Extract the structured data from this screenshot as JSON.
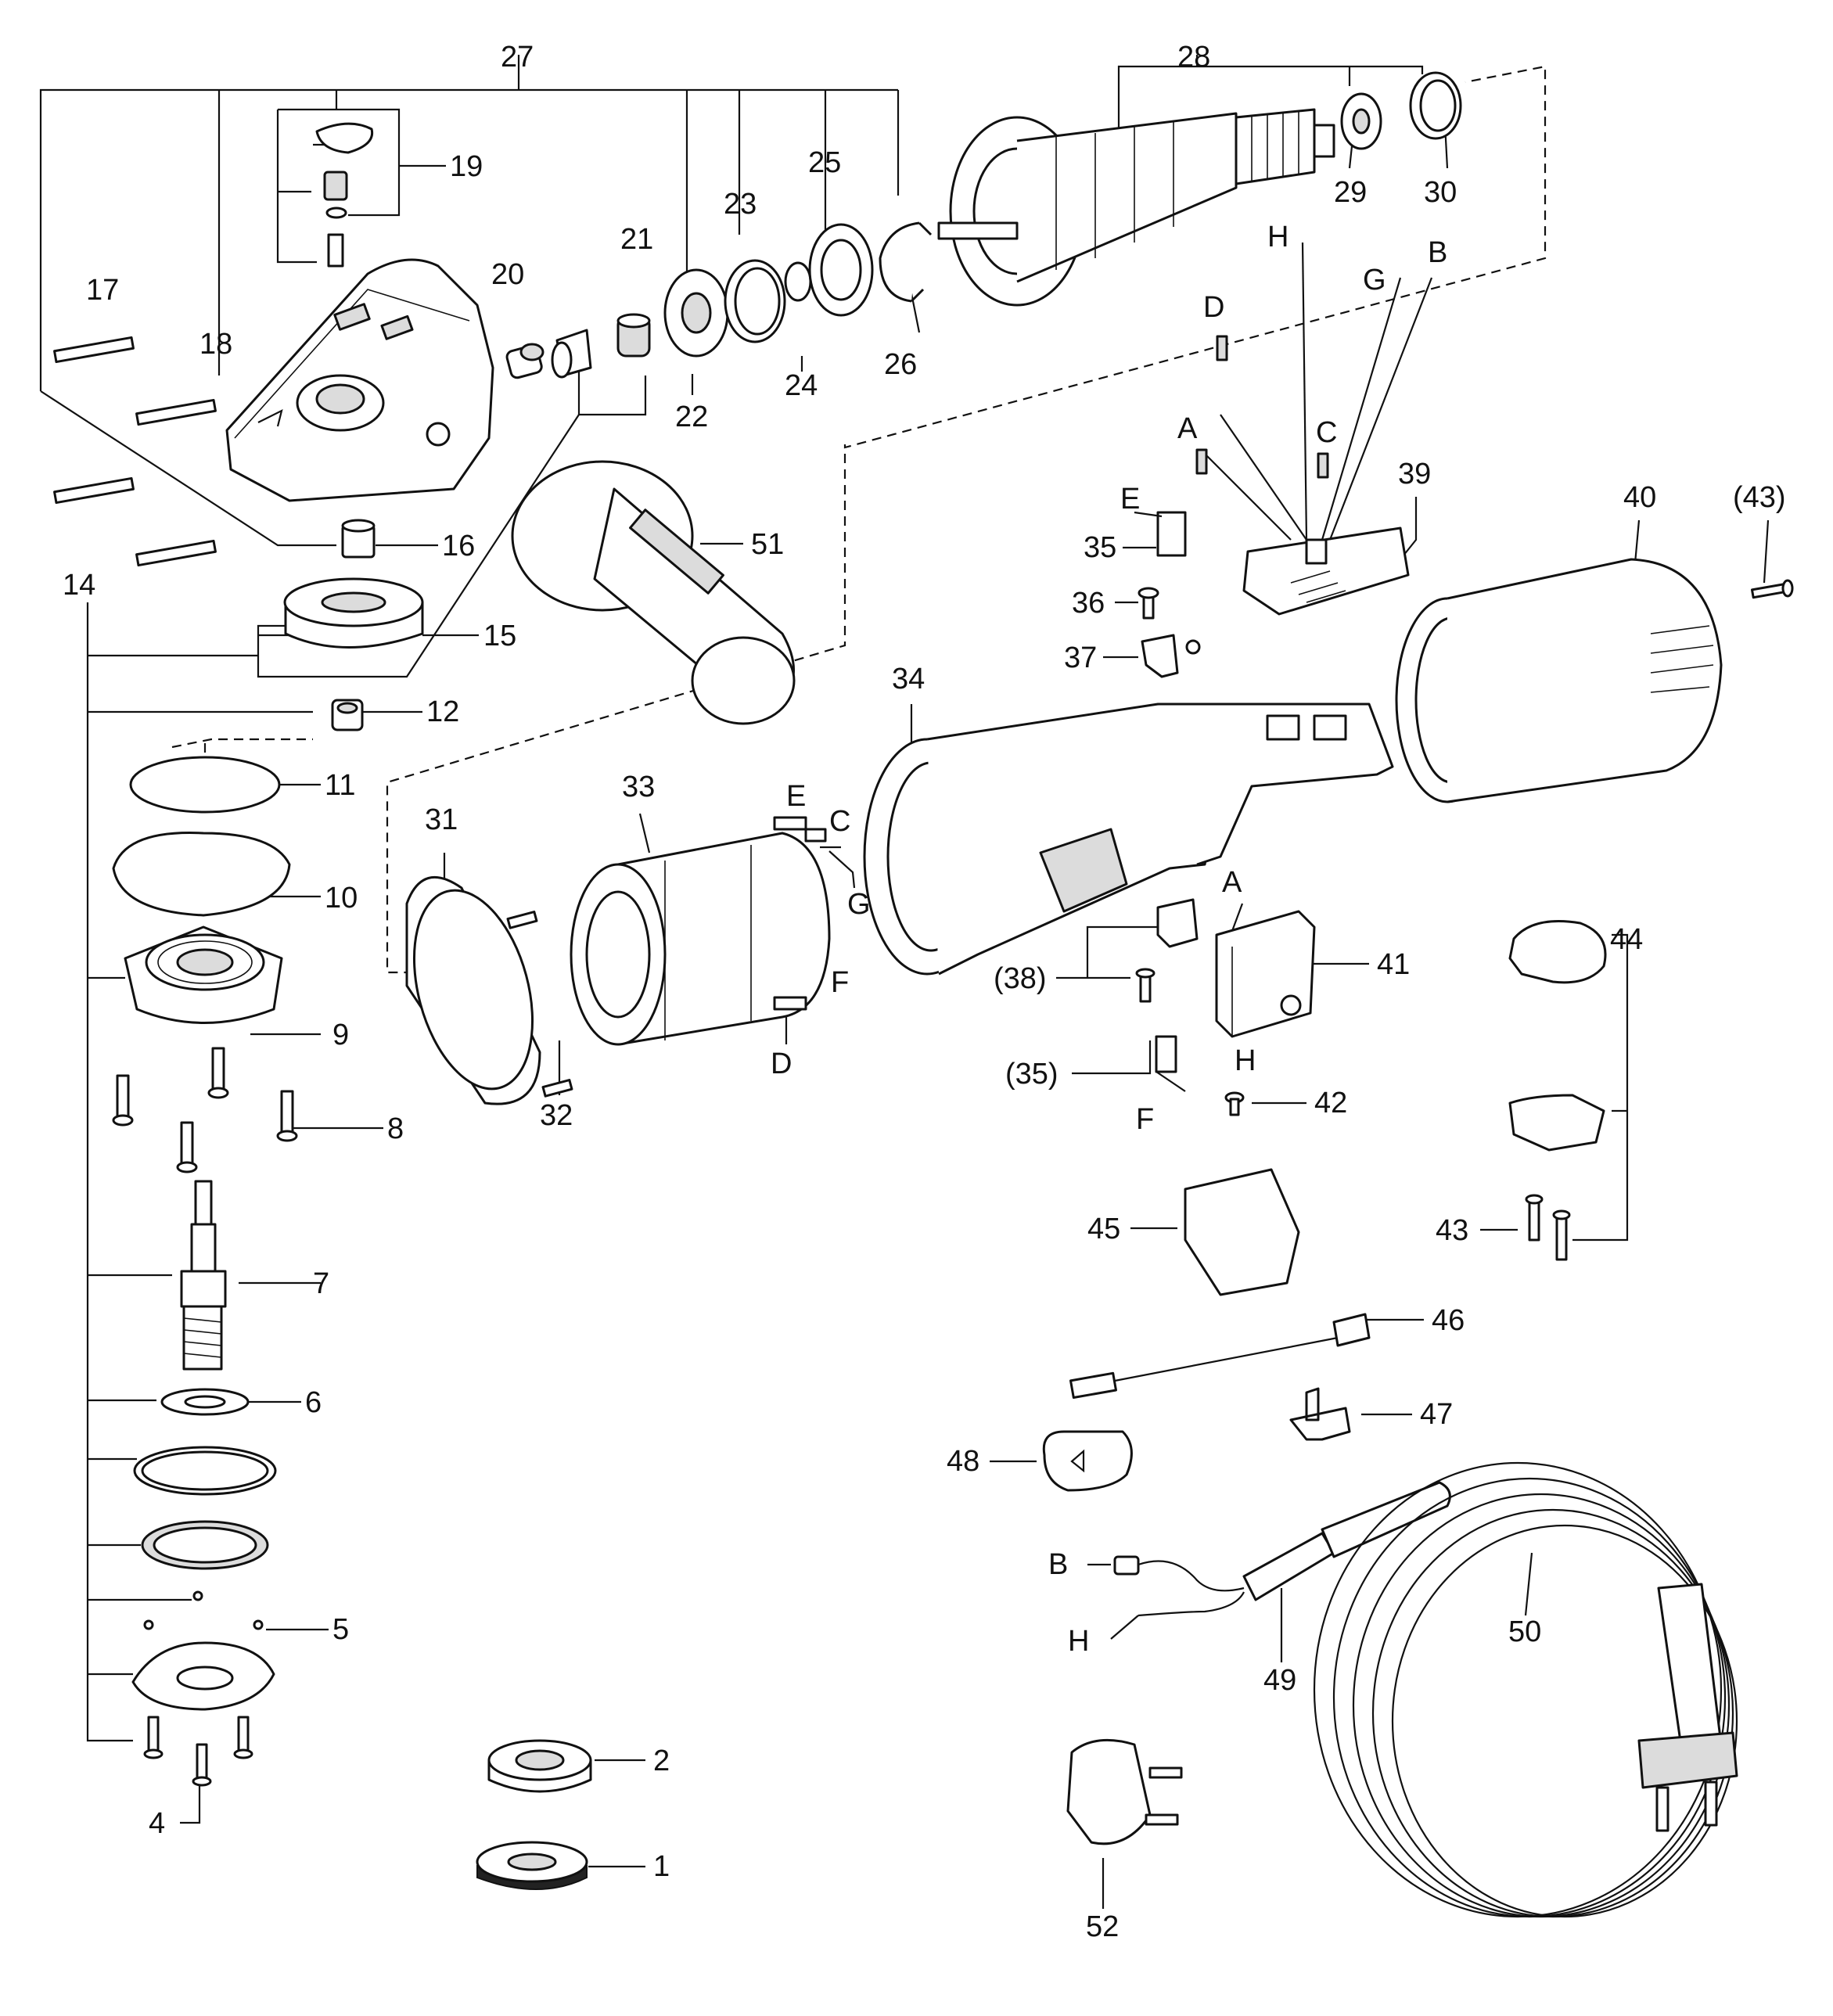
{
  "diagram": {
    "callouts": {
      "c1": "1",
      "c2": "2",
      "c4": "4",
      "c5": "5",
      "c6": "6",
      "c7": "7",
      "c8": "8",
      "c9": "9",
      "c10": "10",
      "c11": "11",
      "c12": "12",
      "c14": "14",
      "c15": "15",
      "c16": "16",
      "c17": "17",
      "c18": "18",
      "c19": "19",
      "c20": "20",
      "c21": "21",
      "c22": "22",
      "c23": "23",
      "c24": "24",
      "c25": "25",
      "c26": "26",
      "c27": "27",
      "c28": "28",
      "c29": "29",
      "c30": "30",
      "c31": "31",
      "c32": "32",
      "c33": "33",
      "c34": "34",
      "c35": "35",
      "c35p": "(35)",
      "c36": "36",
      "c37": "37",
      "c38p": "(38)",
      "c39": "39",
      "c40": "40",
      "c41": "41",
      "c42": "42",
      "c43": "43",
      "c43p": "(43)",
      "c44": "44",
      "c45": "45",
      "c46": "46",
      "c47": "47",
      "c48": "48",
      "c49": "49",
      "c50": "50",
      "c51": "51",
      "c52": "52"
    },
    "wire_letters": {
      "top_D": "D",
      "top_H": "H",
      "top_G": "G",
      "top_B": "B",
      "top_A": "A",
      "top_C": "C",
      "top_E": "E",
      "stator_E": "E",
      "stator_C": "C",
      "stator_G": "G",
      "stator_F": "F",
      "stator_D": "D",
      "switch_A": "A",
      "switch_H": "H",
      "brush_F": "F",
      "cord_B": "B",
      "cord_H": "H"
    }
  }
}
